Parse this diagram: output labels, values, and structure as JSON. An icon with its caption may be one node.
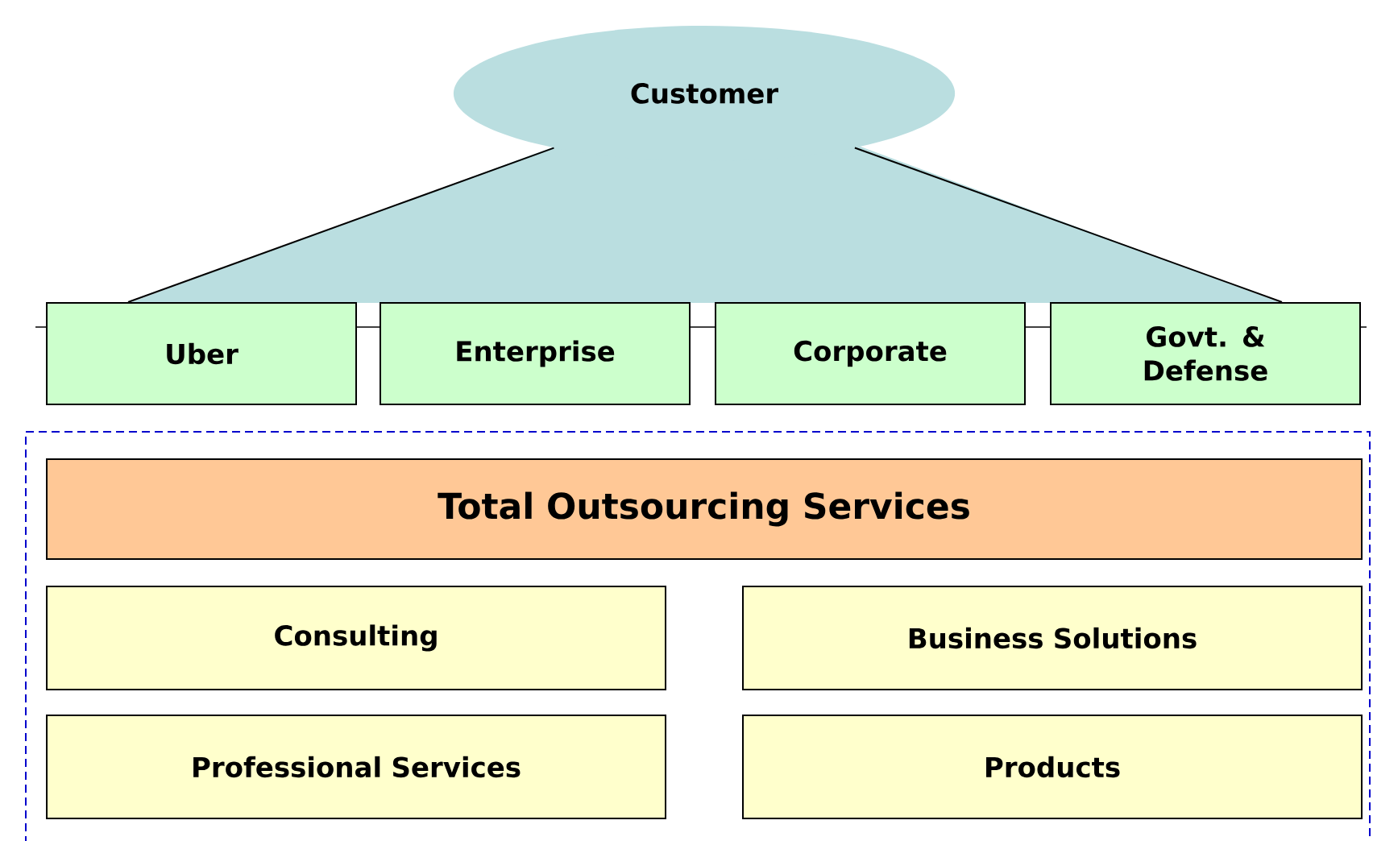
{
  "diagram": {
    "nodes": [
      {
        "text": [
          "Customer"
        ]
      },
      {
        "text": [
          "Uber"
        ]
      },
      {
        "text": [
          "Enterprise"
        ]
      },
      {
        "text": [
          "Corporate"
        ]
      },
      {
        "text": [
          "Govt. & Defense"
        ]
      },
      {
        "text": [],
        "shape": "box"
      },
      {
        "text": [
          "Total Outsourcing Services"
        ],
        "in": 5
      },
      {
        "text": [
          "Consulting"
        ],
        "in": 5
      },
      {
        "text": [
          "Business Solutions"
        ],
        "in": 5
      },
      {
        "text": [
          "Professional Services"
        ],
        "in": 5
      },
      {
        "text": [
          "Products"
        ],
        "in": 5
      }
    ],
    "edges": [
      {
        "from": 0,
        "to": 1,
        "arrow": "none"
      },
      {
        "from": 0,
        "to": 4,
        "arrow": "none"
      }
    ]
  }
}
